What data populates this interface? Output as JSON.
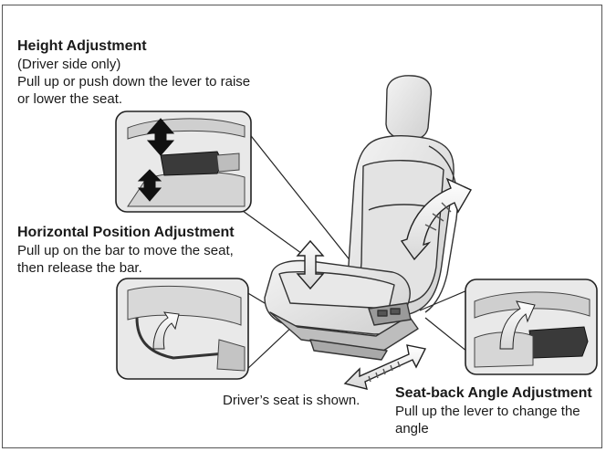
{
  "height": {
    "title": "Height Adjustment",
    "note": "(Driver side only)",
    "line1": "Pull up or push down the lever to raise",
    "line2": "or lower the seat."
  },
  "horizontal": {
    "title": "Horizontal Position Adjustment",
    "line1": "Pull up on the bar to move the seat,",
    "line2": "then release the bar."
  },
  "seatback": {
    "title": "Seat-back Angle Adjustment",
    "line1": "Pull up the lever to change the",
    "line2": "angle"
  },
  "caption": "Driver’s seat is shown."
}
